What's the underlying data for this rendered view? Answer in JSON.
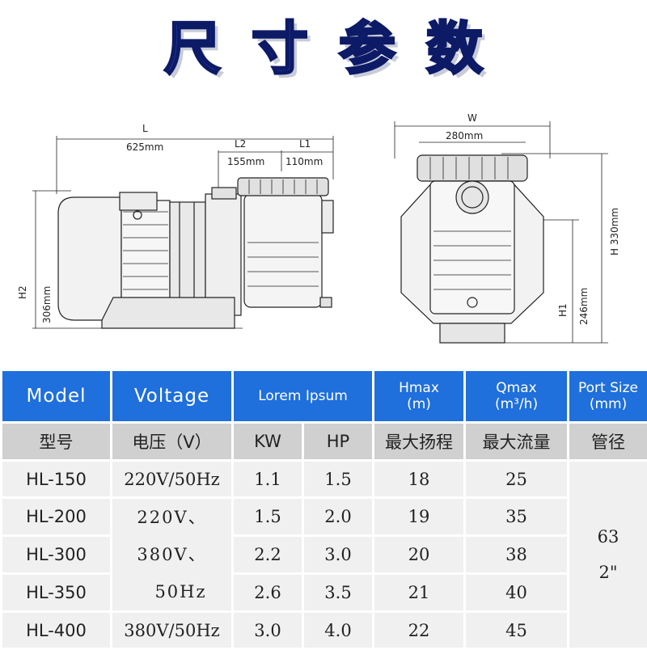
{
  "title": "尺寸参数",
  "drawing": {
    "side": {
      "l_label": "L",
      "l_value": "625mm",
      "l2_label": "L2",
      "l2_value": "155mm",
      "l1_label": "L1",
      "l1_value": "110mm",
      "h2_label": "H2",
      "h2_value": "306mm"
    },
    "front": {
      "w_label": "W",
      "w_value": "280mm",
      "h_label": "H 330mm",
      "h1_label": "H1",
      "h1_value": "246mm"
    }
  },
  "table": {
    "header_en": {
      "model": "Model",
      "voltage": "Voltage",
      "power": "Lorem Ipsum",
      "hmax": "Hmax\n(m)",
      "qmax": "Qmax\n(m³/h)",
      "port": "Port Size\n(mm)"
    },
    "header_cn": {
      "model": "型号",
      "voltage": "电压（V）",
      "kw": "KW",
      "hp": "HP",
      "hmax": "最大扬程",
      "qmax": "最大流量",
      "port": "管径"
    },
    "rows": [
      {
        "model": "HL-150",
        "kw": "1.1",
        "hp": "1.5",
        "hmax": "18",
        "qmax": "25"
      },
      {
        "model": "HL-200",
        "kw": "1.5",
        "hp": "2.0",
        "hmax": "19",
        "qmax": "35"
      },
      {
        "model": "HL-300",
        "kw": "2.2",
        "hp": "3.0",
        "hmax": "20",
        "qmax": "38"
      },
      {
        "model": "HL-350",
        "kw": "2.6",
        "hp": "3.5",
        "hmax": "21",
        "qmax": "40"
      },
      {
        "model": "HL-400",
        "kw": "3.0",
        "hp": "4.0",
        "hmax": "22",
        "qmax": "45"
      }
    ],
    "voltage_first": "220V/50Hz",
    "voltage_mid": [
      "220V、",
      "380V、",
      "50Hz"
    ],
    "voltage_last": "380V/50Hz",
    "port": [
      "63",
      "2\""
    ]
  }
}
